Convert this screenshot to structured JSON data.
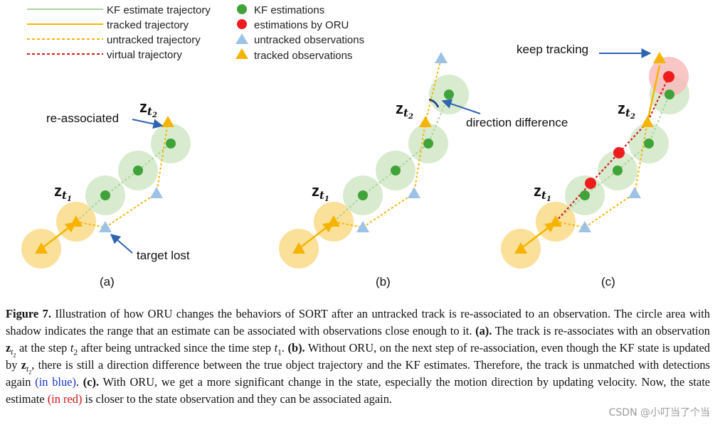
{
  "legend": {
    "kf_trajectory": "KF estimate trajectory",
    "tracked_trajectory": "tracked trajectory",
    "untracked_trajectory": "untracked trajectory",
    "virtual_trajectory": "virtual trajectory",
    "kf_estimations": "KF estimations",
    "oru_estimations": "estimations by ORU",
    "untracked_observations": "untracked observations",
    "tracked_observations": "tracked observations"
  },
  "panel_a": {
    "label": "(a)",
    "z1": "z",
    "z1_sub": "t",
    "z1_subsub": "1",
    "z2": "z",
    "z2_sub": "t",
    "z2_subsub": "2",
    "reassociated": "re-associated",
    "target_lost": "target lost"
  },
  "panel_b": {
    "label": "(b)",
    "z1": "z",
    "z1_sub": "t",
    "z1_subsub": "1",
    "z2": "z",
    "z2_sub": "t",
    "z2_subsub": "2",
    "direction_difference": "direction difference"
  },
  "panel_c": {
    "label": "(c)",
    "z1": "z",
    "z1_sub": "t",
    "z1_subsub": "1",
    "z2": "z",
    "z2_sub": "t",
    "z2_subsub": "2",
    "keep_tracking": "keep tracking"
  },
  "colors": {
    "kf_green": "#3fa33a",
    "tracked_orange": "#f6b400",
    "untracked_blue": "#9cc3e6",
    "oru_red": "#ee1c1c",
    "arrow_blue": "#2e64b0"
  },
  "caption": {
    "title": "Figure 7.",
    "s1": " Illustration of how ORU changes the behaviors of SORT after an untracked track is re-associated to an observation. The circle area with shadow indicates the range that an estimate can be associated with observations close enough to it. ",
    "a_label": "(a).",
    "s2": " The track is re-associates with an observation ",
    "z": "z",
    "t": "t",
    "n2": "2",
    "n1": "1",
    "s3": " at the step ",
    "s4": " after being untracked since the time step ",
    "s5": ". ",
    "b_label": "(b).",
    "s6": " Without ORU, on the next step of re-association, even though the KF state is updated by ",
    "s7": ", there is still a direction difference between the true object trajectory and the KF estimates. Therefore, the track is unmatched with detections again ",
    "in_blue": "(in blue)",
    "s8": ". ",
    "c_label": "(c).",
    "s9": " With ORU, we get a more significant change in the state, especially the motion direction by updating velocity. Now, the state estimate ",
    "in_red": "(in red)",
    "s10": " is closer to the state observation and they can be associated again."
  },
  "watermark": "CSDN @小叮当了个当"
}
